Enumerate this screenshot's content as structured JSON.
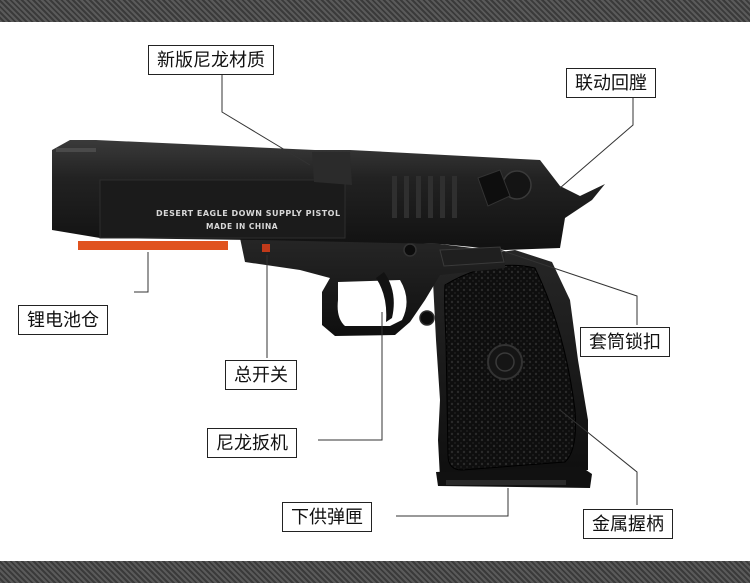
{
  "gun": {
    "engraving_line1": "DESERT EAGLE DOWN SUPPLY PISTOL",
    "engraving_line2": "MADE IN CHINA"
  },
  "labels": {
    "material": "新版尼龙材质",
    "recoil": "联动回膛",
    "battery": "锂电池仓",
    "slide_lock": "套筒锁扣",
    "switch": "总开关",
    "trigger": "尼龙扳机",
    "magazine": "下供弹匣",
    "grip": "金属握柄"
  },
  "colors": {
    "gun_body": "#1a1a1a",
    "grip": "#0d0d0d",
    "battery_accent": "#e0531f",
    "band": "#4a4a4a"
  }
}
